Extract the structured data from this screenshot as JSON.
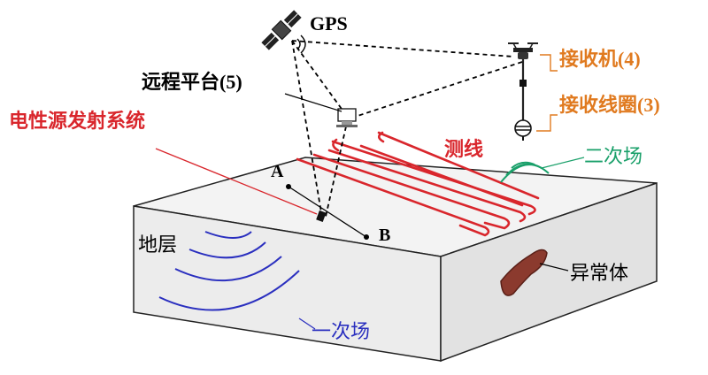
{
  "labels": {
    "gps": "GPS",
    "remote_platform": "远程平台(5)",
    "transmitter_system": "电性源发射系统",
    "receiver": "接收机(4)",
    "receiver_coil": "接收线圈(3)",
    "survey_line": "测线",
    "secondary_field": "二次场",
    "point_a": "A",
    "point_b": "B",
    "stratum": "地层",
    "anomaly": "异常体",
    "primary_field": "一次场"
  },
  "colors": {
    "red": "#d9262c",
    "orange": "#e07a1f",
    "green": "#1aa06a",
    "blue": "#2a2fbf",
    "anomaly_fill": "#8b3a2e",
    "box_top": "#f3f3f3",
    "box_side": "#e4e4e4",
    "box_front": "#eaeaea"
  },
  "icons": [
    "satellite-icon",
    "computer-icon",
    "drone-icon",
    "coil-icon"
  ]
}
